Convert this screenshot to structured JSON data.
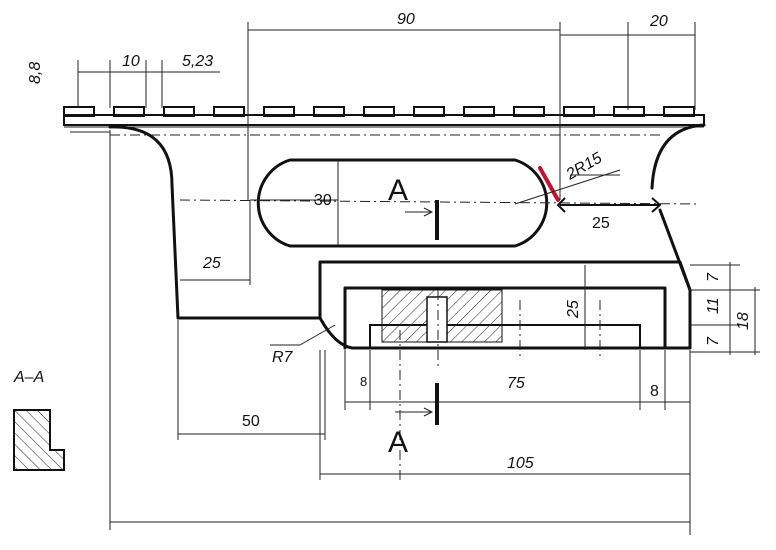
{
  "labels": {
    "dim_90": "90",
    "dim_20": "20",
    "dim_10": "10",
    "dim_523": "5,23",
    "dim_88": "8,8",
    "dim_2r15": "2R15",
    "dim_30": "30",
    "dim_25_top": "25",
    "dim_25_right": "25",
    "dim_25_mid": "25",
    "dim_7_top": "7",
    "dim_11": "11",
    "dim_18": "18",
    "dim_7_bottom": "7",
    "dim_r7": "R7",
    "dim_8_left": "8",
    "dim_75": "75",
    "dim_8_right": "8",
    "dim_50": "50",
    "dim_105": "105",
    "section_a_upper": "A",
    "section_a_lower": "A",
    "section_aa": "A–A"
  },
  "colors": {
    "ink": "#111111",
    "highlight": "#c8102e"
  }
}
